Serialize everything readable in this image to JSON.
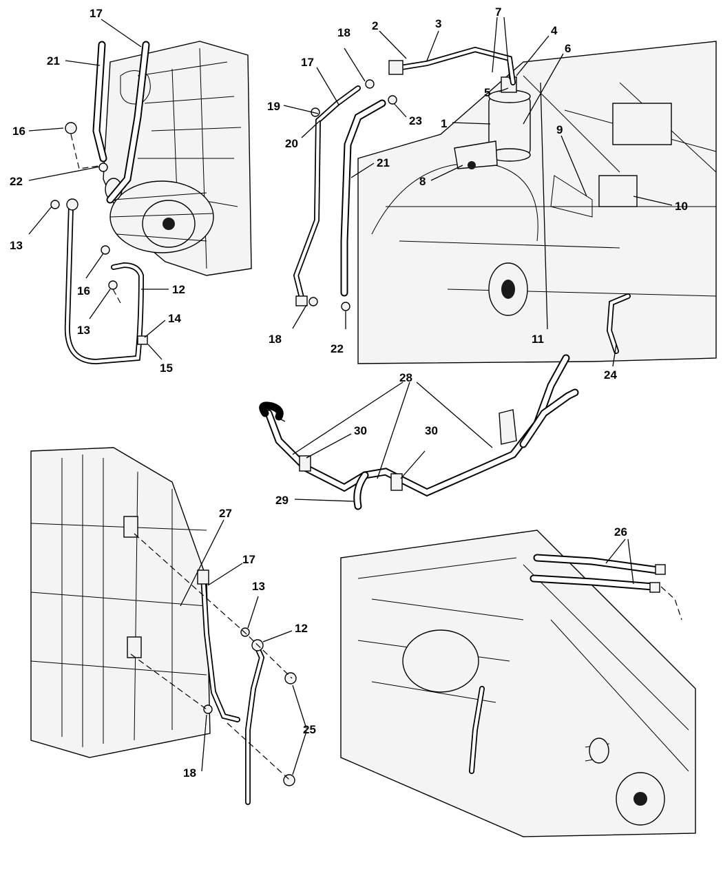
{
  "figure": {
    "callouts": [
      {
        "id": "c17a",
        "label": "17"
      },
      {
        "id": "c21a",
        "label": "21"
      },
      {
        "id": "c16a",
        "label": "16"
      },
      {
        "id": "c22a",
        "label": "22"
      },
      {
        "id": "c13a",
        "label": "13"
      },
      {
        "id": "c16b",
        "label": "16"
      },
      {
        "id": "c13b",
        "label": "13"
      },
      {
        "id": "c12a",
        "label": "12"
      },
      {
        "id": "c14",
        "label": "14"
      },
      {
        "id": "c15",
        "label": "15"
      },
      {
        "id": "c18a",
        "label": "18"
      },
      {
        "id": "c2",
        "label": "2"
      },
      {
        "id": "c3",
        "label": "3"
      },
      {
        "id": "c7",
        "label": "7"
      },
      {
        "id": "c4",
        "label": "4"
      },
      {
        "id": "c6",
        "label": "6"
      },
      {
        "id": "c17b",
        "label": "17"
      },
      {
        "id": "c19",
        "label": "19"
      },
      {
        "id": "c20",
        "label": "20"
      },
      {
        "id": "c23",
        "label": "23"
      },
      {
        "id": "c5",
        "label": "5"
      },
      {
        "id": "c1",
        "label": "1"
      },
      {
        "id": "c21b",
        "label": "21"
      },
      {
        "id": "c8",
        "label": "8"
      },
      {
        "id": "c9",
        "label": "9"
      },
      {
        "id": "c10",
        "label": "10"
      },
      {
        "id": "c18b",
        "label": "18"
      },
      {
        "id": "c22b",
        "label": "22"
      },
      {
        "id": "c11",
        "label": "11"
      },
      {
        "id": "c24",
        "label": "24"
      },
      {
        "id": "c28",
        "label": "28"
      },
      {
        "id": "c30a",
        "label": "30"
      },
      {
        "id": "c30b",
        "label": "30"
      },
      {
        "id": "c29",
        "label": "29"
      },
      {
        "id": "c27",
        "label": "27"
      },
      {
        "id": "c17c",
        "label": "17"
      },
      {
        "id": "c13c",
        "label": "13"
      },
      {
        "id": "c12b",
        "label": "12"
      },
      {
        "id": "c25",
        "label": "25"
      },
      {
        "id": "c18c",
        "label": "18"
      },
      {
        "id": "c26",
        "label": "26"
      }
    ]
  }
}
